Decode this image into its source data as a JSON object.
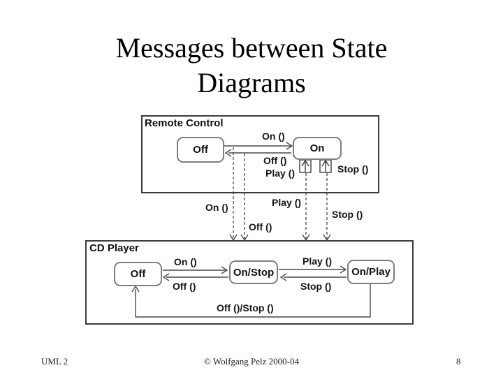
{
  "slide": {
    "title_line1": "Messages between State",
    "title_line2": "Diagrams",
    "footer_left": "UML 2",
    "footer_center": "© Wolfgang Pelz 2000-04",
    "footer_page": "8"
  },
  "remote_control": {
    "label": "Remote Control",
    "states": {
      "off": "Off",
      "on": "On"
    },
    "transitions": {
      "on": "On ()",
      "off": "Off ()",
      "play": "Play ()",
      "stop": "Stop ()"
    }
  },
  "messages": {
    "on": "On ()",
    "off": "Off ()",
    "play": "Play ()",
    "stop": "Stop ()"
  },
  "cd_player": {
    "label": "CD Player",
    "states": {
      "off": "Off",
      "on_stop": "On/Stop",
      "on_play": "On/Play"
    },
    "transitions": {
      "on": "On ()",
      "off": "Off ()",
      "play": "Play ()",
      "stop": "Stop ()",
      "off_stop": "Off ()/Stop ()"
    }
  },
  "colors": {
    "background": "#ffffff",
    "text": "#111111",
    "box_border": "#3c3c3c",
    "state_border": "#7d7d7d",
    "connector": "#3a3a3a"
  }
}
